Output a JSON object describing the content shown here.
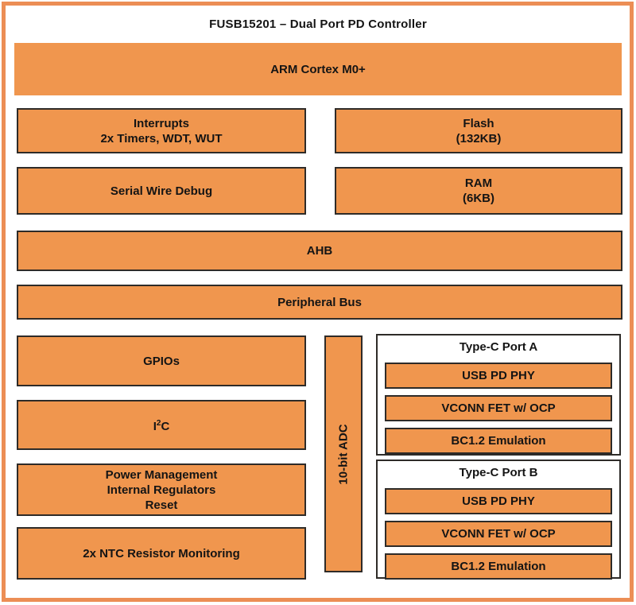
{
  "colors": {
    "orange_fill": "#F0964E",
    "frame_orange": "#EC8E55",
    "block_border": "#2E2B28",
    "text": "#141414"
  },
  "diagram": {
    "title": "FUSB15201 – Dual Port PD Controller",
    "cpu": "ARM Cortex M0+",
    "interrupts": [
      "Interrupts",
      "2x Timers, WDT, WUT"
    ],
    "flash": [
      "Flash",
      "(132KB)"
    ],
    "swd": "Serial Wire Debug",
    "ram": [
      "RAM",
      "(6KB)"
    ],
    "ahb": "AHB",
    "peripheral_bus": "Peripheral Bus",
    "gpios": "GPIOs",
    "i2c": {
      "base": "I",
      "sup": "2",
      "tail": "C"
    },
    "power_mgmt": [
      "Power Management",
      "Internal Regulators",
      "Reset"
    ],
    "ntc": "2x NTC Resistor Monitoring",
    "adc": "10-bit ADC",
    "ports": [
      {
        "title": "Type-C Port A",
        "items": [
          "USB PD PHY",
          "VCONN FET w/ OCP",
          "BC1.2 Emulation"
        ]
      },
      {
        "title": "Type-C Port B",
        "items": [
          "USB PD PHY",
          "VCONN FET w/ OCP",
          "BC1.2 Emulation"
        ]
      }
    ]
  }
}
